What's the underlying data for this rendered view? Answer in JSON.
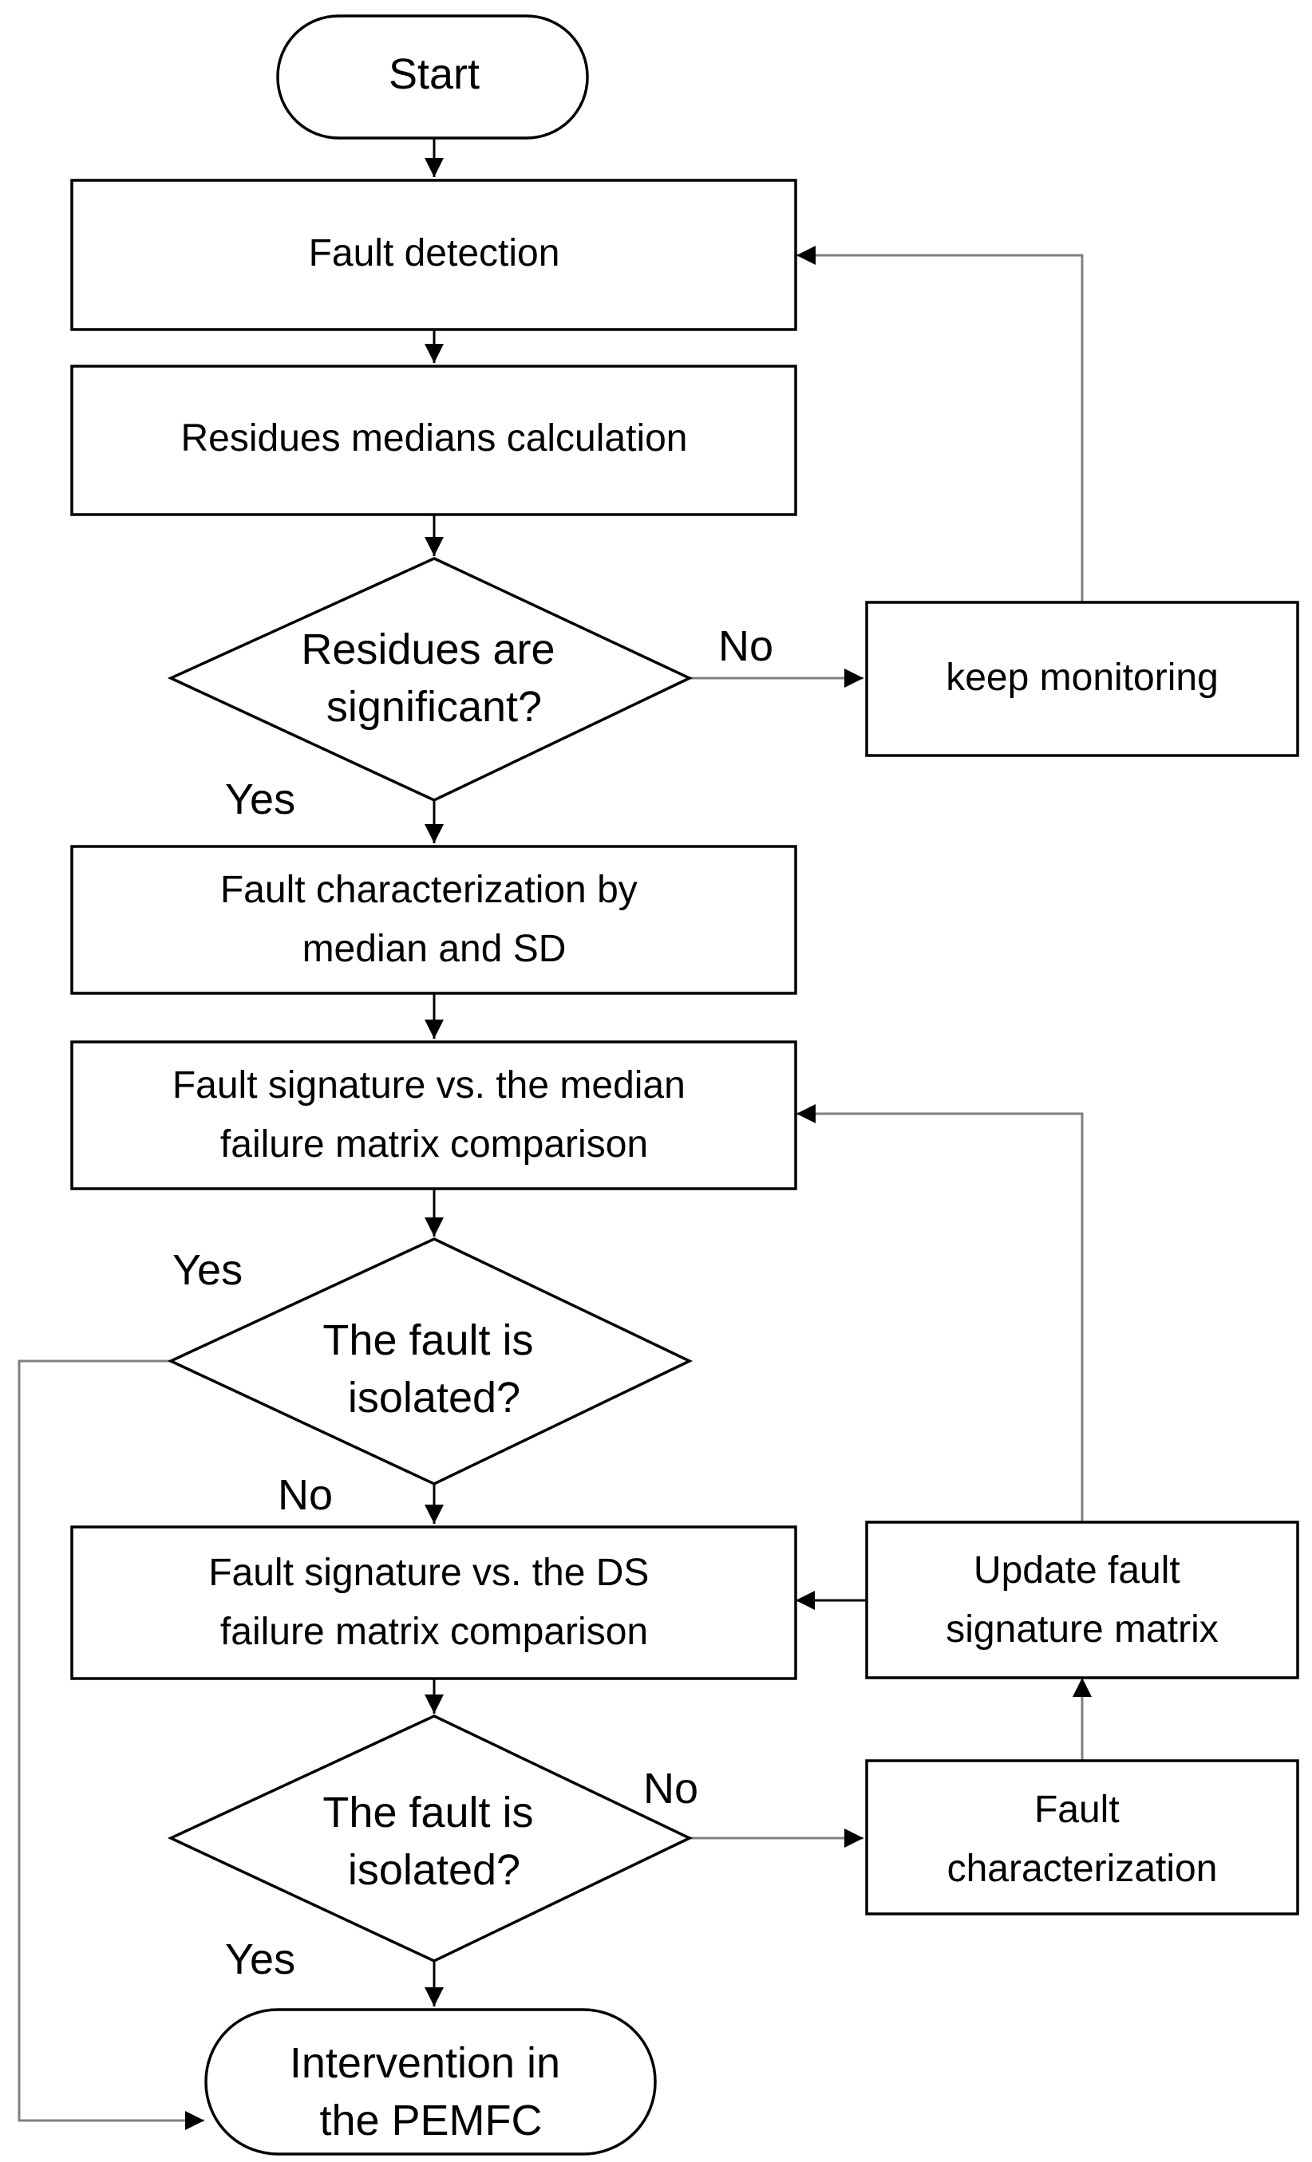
{
  "nodes": {
    "start": {
      "lines": [
        "Start"
      ]
    },
    "fault_detection": {
      "lines": [
        "Fault detection"
      ]
    },
    "residues_medians": {
      "lines": [
        "Residues medians calculation"
      ]
    },
    "residues_significant": {
      "lines": [
        "Residues are",
        "significant?"
      ]
    },
    "keep_monitoring": {
      "lines": [
        "keep monitoring"
      ]
    },
    "fault_characterization_median_sd": {
      "lines": [
        "Fault characterization by",
        "median and SD"
      ]
    },
    "signature_vs_median": {
      "lines": [
        "Fault signature vs. the median",
        "failure matrix comparison"
      ]
    },
    "fault_isolated_1": {
      "lines": [
        "The fault is",
        "isolated?"
      ]
    },
    "signature_vs_ds": {
      "lines": [
        "Fault signature vs. the DS",
        "failure matrix comparison"
      ]
    },
    "update_signature_matrix": {
      "lines": [
        "Update fault",
        "signature matrix"
      ]
    },
    "fault_isolated_2": {
      "lines": [
        "The fault is",
        "isolated?"
      ]
    },
    "fault_characterization": {
      "lines": [
        "Fault",
        "characterization"
      ]
    },
    "intervention": {
      "lines": [
        "Intervention in",
        "the PEMFC"
      ]
    }
  },
  "labels": {
    "no_1": "No",
    "yes_1": "Yes",
    "yes_2": "Yes",
    "no_2": "No",
    "no_3": "No",
    "yes_3": "Yes"
  },
  "colors": {
    "line_dark": "#000000",
    "line_grey": "#808080",
    "background": "#ffffff"
  }
}
